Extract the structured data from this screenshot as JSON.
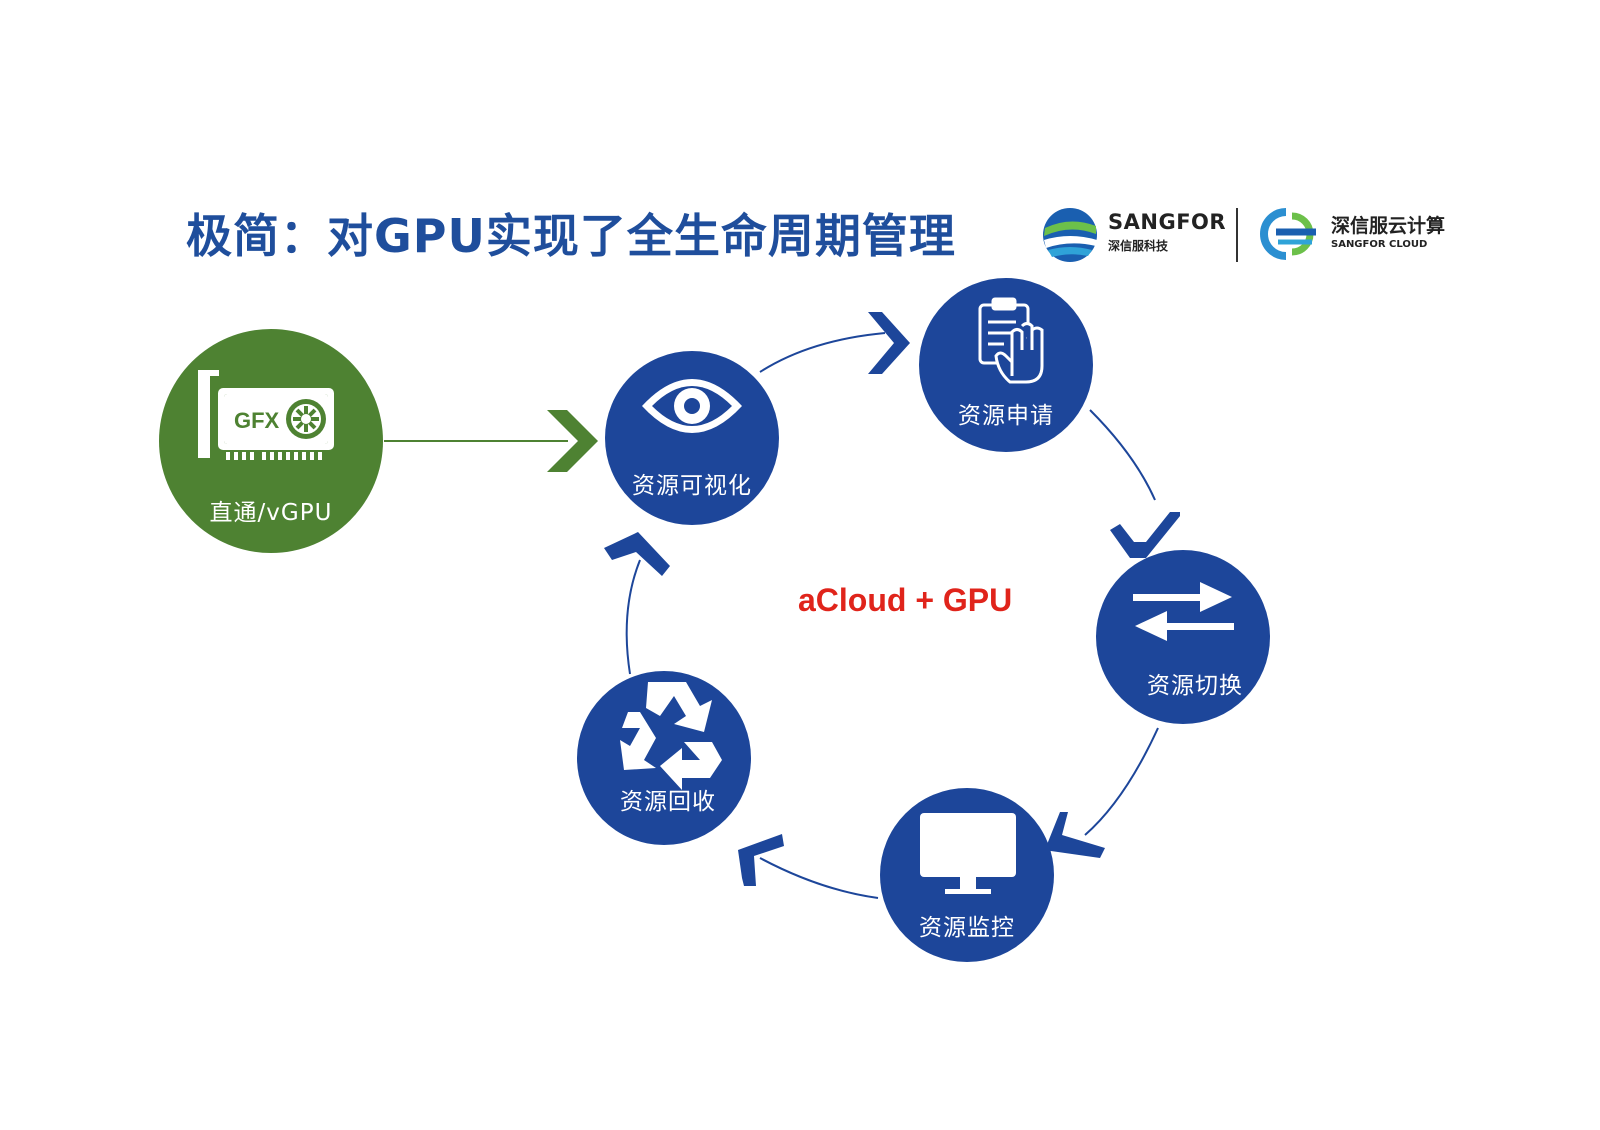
{
  "title": "极简：对GPU实现了全生命周期管理",
  "logos": {
    "sangfor": {
      "name": "SANGFOR",
      "sub": "深信服科技"
    },
    "sangfor_cloud": {
      "name": "深信服云计算",
      "sub": "SANGFOR CLOUD"
    }
  },
  "source_node": {
    "label": "直通/vGPU",
    "card_text": "GFX",
    "icon": "graphics-card-icon",
    "color": "#4e8232"
  },
  "center_label": "aCloud + GPU",
  "cycle": [
    {
      "id": "visualize",
      "label": "资源可视化",
      "icon": "eye-icon"
    },
    {
      "id": "apply",
      "label": "资源申请",
      "icon": "request-document-hand-icon"
    },
    {
      "id": "switch",
      "label": "资源切换",
      "icon": "swap-arrows-icon"
    },
    {
      "id": "monitor",
      "label": "资源监控",
      "icon": "monitor-icon"
    },
    {
      "id": "recycle",
      "label": "资源回收",
      "icon": "recycle-icon"
    }
  ],
  "colors": {
    "node_blue": "#1d469a",
    "title_blue": "#1f4e9c",
    "green": "#4e8232",
    "accent_red": "#e0241b"
  }
}
